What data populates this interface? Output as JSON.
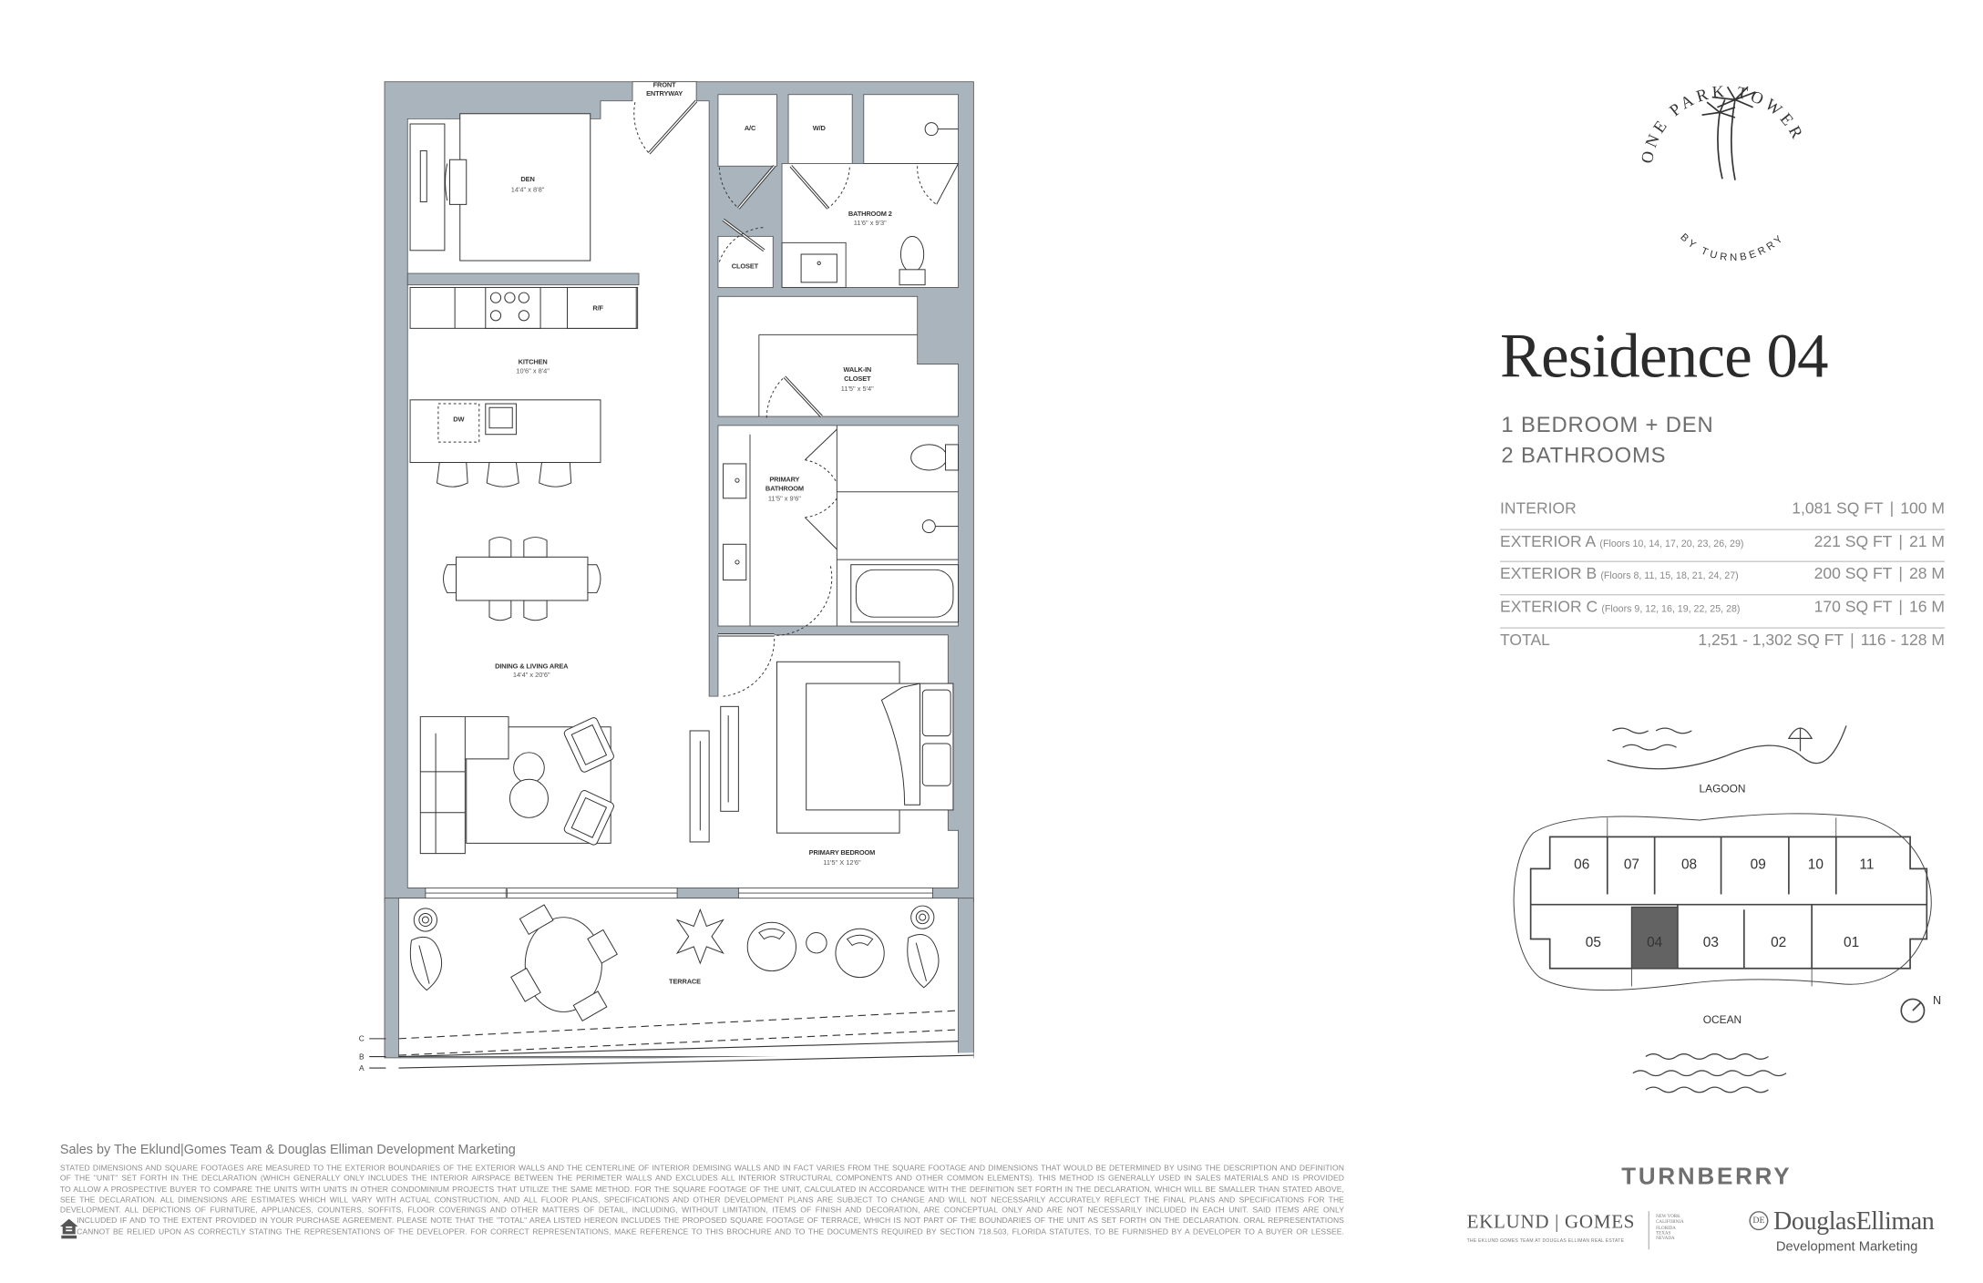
{
  "brand": {
    "logo_text_top": "ONE PARK TOWER",
    "logo_text_bottom": "BY TURNBERRY",
    "turnberry": "TURNBERRY",
    "eklund_gomes": "EKLUND | GOMES",
    "eklund_gomes_sub": "THE EKLUND GOMES TEAM AT DOUGLAS ELLIMAN REAL ESTATE",
    "eklund_gomes_states": [
      "NEW YORK",
      "CALIFORNIA",
      "FLORIDA",
      "TEXAS",
      "NEVADA"
    ],
    "douglas_elliman": "DouglasElliman",
    "douglas_elliman_sub": "Development Marketing"
  },
  "residence": {
    "title": "Residence 04",
    "bedrooms": "1 BEDROOM + DEN",
    "bathrooms": "2 BATHROOMS",
    "areas": [
      {
        "label": "INTERIOR",
        "floors": "",
        "sqft": "1,081 SQ FT",
        "sqm": "100 M"
      },
      {
        "label": "EXTERIOR A",
        "floors": "(Floors 10, 14, 17, 20, 23, 26, 29)",
        "sqft": "221 SQ FT",
        "sqm": "21 M"
      },
      {
        "label": "EXTERIOR B",
        "floors": "(Floors 8, 11, 15, 18, 21, 24, 27)",
        "sqft": "200 SQ FT",
        "sqm": "28 M"
      },
      {
        "label": "EXTERIOR C",
        "floors": "(Floors 9, 12, 16, 19, 22, 25, 28)",
        "sqft": "170 SQ FT",
        "sqm": "16 M"
      },
      {
        "label": "TOTAL",
        "floors": "",
        "sqft": "1,251 - 1,302 SQ FT",
        "sqm": "116 - 128 M"
      }
    ],
    "separator": "|"
  },
  "floorplan": {
    "wall_color": "#a9b4bd",
    "rooms": {
      "front_entry": [
        "FRONT",
        "ENTRYWAY"
      ],
      "den": {
        "name": "DEN",
        "dims": "14'4\" x 8'8\""
      },
      "ac": "A/C",
      "wd": "W/D",
      "bathroom2": {
        "name": "BATHROOM 2",
        "dims": "11'6\" x 9'3\""
      },
      "closet": "CLOSET",
      "rf": "R/F",
      "kitchen": {
        "name": "KITCHEN",
        "dims": "10'6\" x 8'4\""
      },
      "dw": "DW",
      "walkin": {
        "name": [
          "WALK-IN",
          "CLOSET"
        ],
        "dims": "11'5\" x 5'4\""
      },
      "primary_bath": {
        "name": [
          "PRIMARY",
          "BATHROOM"
        ],
        "dims": "11'5\" x 9'6\""
      },
      "living": {
        "name": "DINING & LIVING AREA",
        "dims": "14'4\" x 20'6\""
      },
      "primary_bed": {
        "name": "PRIMARY BEDROOM",
        "dims": "11'5\" X 12'6\""
      },
      "terrace": "TERRACE"
    },
    "terrace_lines": [
      "C",
      "B",
      "A"
    ]
  },
  "keyplan": {
    "lagoon": "LAGOON",
    "ocean": "OCEAN",
    "north": "N",
    "highlight_color": "#636363",
    "selected_unit": "04",
    "units": [
      "06",
      "07",
      "08",
      "09",
      "10",
      "11",
      "05",
      "04",
      "03",
      "02",
      "01"
    ]
  },
  "footer": {
    "sales": "Sales by The Eklund|Gomes Team & Douglas Elliman Development Marketing",
    "disclaimer": [
      "STATED DIMENSIONS AND SQUARE FOOTAGES ARE MEASURED TO THE EXTERIOR BOUNDARIES OF THE EXTERIOR WALLS AND THE CENTERLINE OF INTERIOR DEMISING WALLS AND IN FACT VARIES FROM THE SQUARE FOOTAGE AND DIMENSIONS THAT WOULD BE DETERMINED BY USING THE DESCRIPTION AND DEFINITION",
      "OF THE \"UNIT\" SET FORTH IN THE DECLARATION (WHICH GENERALLY ONLY INCLUDES THE INTERIOR AIRSPACE BETWEEN THE PERIMETER WALLS AND EXCLUDES ALL INTERIOR STRUCTURAL COMPONENTS AND OTHER COMMON ELEMENTS). THIS METHOD IS GENERALLY USED IN SALES MATERIALS AND IS PROVIDED",
      "TO ALLOW A PROSPECTIVE BUYER TO COMPARE THE UNITS WITH UNITS IN OTHER CONDOMINIUM PROJECTS THAT UTILIZE THE SAME METHOD. FOR THE SQUARE FOOTAGE OF THE UNIT, CALCULATED IN ACCORDANCE WITH THE DEFINITION SET FORTH IN THE DECLARATION, WHICH WILL BE SMALLER THAN STATED ABOVE,",
      "SEE THE DECLARATION. ALL DIMENSIONS ARE ESTIMATES WHICH WILL VARY WITH ACTUAL CONSTRUCTION, AND ALL FLOOR PLANS, SPECIFICATIONS AND OTHER DEVELOPMENT PLANS ARE SUBJECT TO CHANGE AND WILL NOT NECESSARILY ACCURATELY REFLECT THE FINAL PLANS AND SPECIFICATIONS FOR THE",
      "DEVELOPMENT. ALL DEPICTIONS OF FURNITURE, APPLIANCES, COUNTERS, SOFFITS, FLOOR COVERINGS AND OTHER MATTERS OF DETAIL, INCLUDING, WITHOUT LIMITATION, ITEMS OF FINISH AND DECORATION, ARE CONCEPTUAL ONLY AND ARE NOT NECESSARILY INCLUDED IN EACH UNIT. SAID ITEMS ARE ONLY",
      "INCLUDED IF AND TO THE EXTENT PROVIDED IN YOUR PURCHASE AGREEMENT. PLEASE NOTE THAT THE \"TOTAL\" AREA LISTED HEREON INCLUDES THE PROPOSED SQUARE FOOTAGE OF TERRACE, WHICH IS NOT PART OF THE BOUNDARIES OF THE UNIT AS SET FORTH ON THE DECLARATION. ORAL REPRESENTATIONS",
      "CANNOT BE RELIED UPON AS CORRECTLY STATING THE REPRESENTATIONS OF THE DEVELOPER. FOR CORRECT REPRESENTATIONS, MAKE REFERENCE TO THIS BROCHURE AND TO THE DOCUMENTS REQUIRED BY SECTION 718.503, FLORIDA STATUTES, TO BE FURNISHED BY A DEVELOPER TO A BUYER OR LESSEE."
    ],
    "equal_housing_icon": "equal-housing-opportunity-icon"
  }
}
